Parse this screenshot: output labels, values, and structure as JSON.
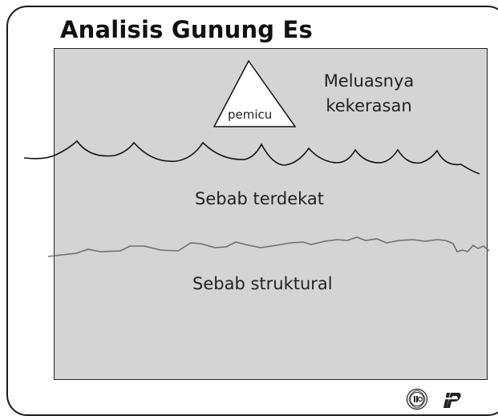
{
  "title": "Analisis Gunung Es",
  "trigger_label": "pemicu",
  "top_label_line1": "Meluasnya",
  "top_label_line2": "kekerasan",
  "middle_label": "Sebab terdekat",
  "bottom_label": "Sebab struktural",
  "colors": {
    "panel": "#d4d4d4",
    "upper_wave": "#111111",
    "lower_wave": "#6e6e6e"
  },
  "icons": [
    "un-emblem-logo",
    "ilo-stylized-logo"
  ]
}
